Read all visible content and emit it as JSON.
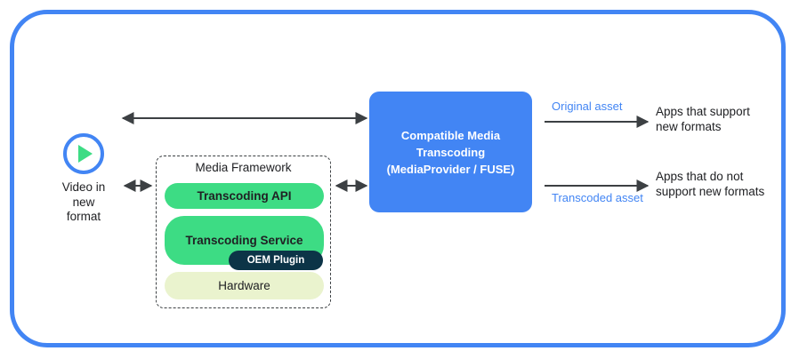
{
  "frame": {
    "border_color": "#4285f4"
  },
  "source": {
    "icon": "play-circle-icon",
    "caption": "Video in\nnew\nformat",
    "icon_ring_color": "#4285f4",
    "icon_triangle_color": "#3ddc84"
  },
  "media_framework": {
    "title": "Media Framework",
    "layers": [
      {
        "label": "Transcoding API",
        "color": "#3ddc84"
      },
      {
        "label": "Transcoding Service",
        "color": "#3ddc84"
      },
      {
        "label": "Hardware",
        "color": "#eaf3ce"
      }
    ],
    "badge": {
      "label": "OEM Plugin",
      "color": "#0c3447"
    }
  },
  "central_box": {
    "label": "Compatible Media\nTranscoding\n(MediaProvider / FUSE)",
    "color": "#4285f4"
  },
  "outputs": [
    {
      "asset_label": "Original asset",
      "consumer_label": "Apps that support\nnew formats",
      "asset_color": "#4285f4"
    },
    {
      "asset_label": "Transcoded asset",
      "consumer_label": "Apps that do not\nsupport new formats",
      "asset_color": "#4285f4"
    }
  ],
  "connectors": [
    {
      "name": "source-to-transcoding",
      "style": "double-headed"
    },
    {
      "name": "source-to-framework",
      "style": "double-headed"
    },
    {
      "name": "framework-to-transcoding",
      "style": "double-headed"
    },
    {
      "name": "transcoding-to-apps-support",
      "style": "single-headed"
    },
    {
      "name": "transcoding-to-apps-nosupport",
      "style": "single-headed"
    }
  ]
}
